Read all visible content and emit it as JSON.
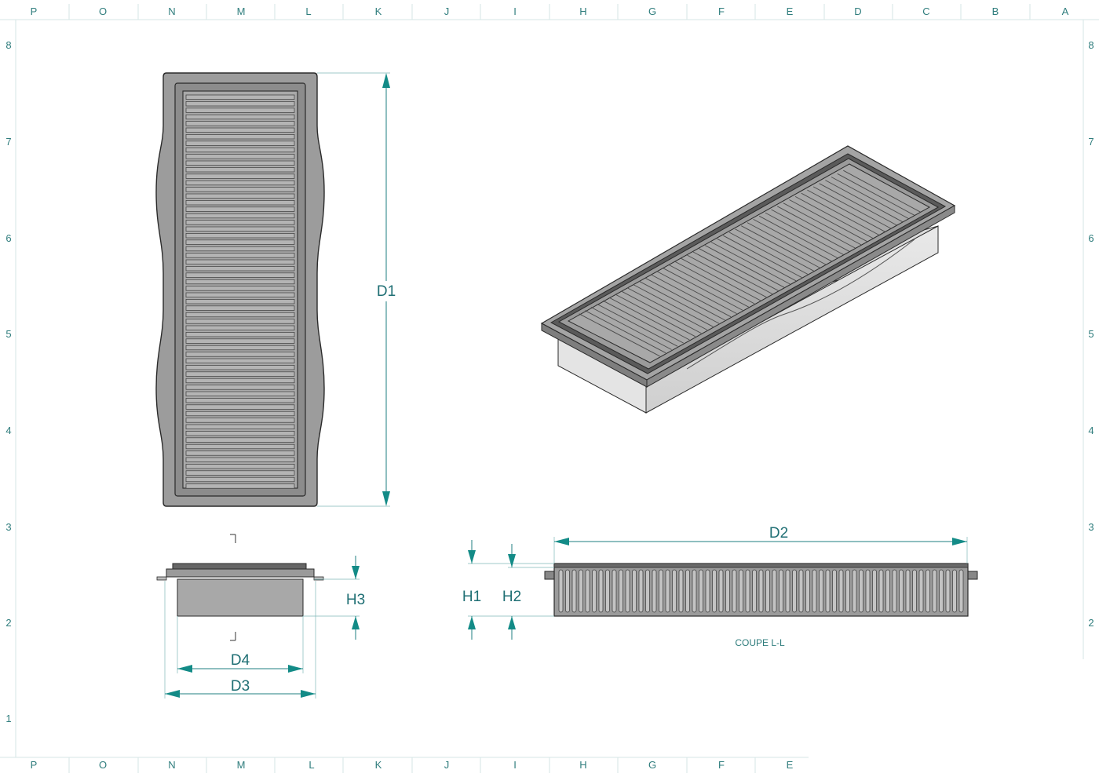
{
  "drawing": {
    "columns_top": [
      "P",
      "O",
      "N",
      "M",
      "L",
      "K",
      "J",
      "I",
      "H",
      "G",
      "F",
      "E",
      "D",
      "C",
      "B",
      "A"
    ],
    "columns_bottom": [
      "P",
      "O",
      "N",
      "M",
      "L",
      "K",
      "J",
      "I",
      "H",
      "G",
      "F",
      "E"
    ],
    "rows": [
      "8",
      "7",
      "6",
      "5",
      "4",
      "3",
      "2",
      "1"
    ],
    "dimensions": {
      "d1": "D1",
      "d2": "D2",
      "d3": "D3",
      "d4": "D4",
      "h1": "H1",
      "h2": "H2",
      "h3": "H3"
    },
    "section_caption": "COUPE L-L",
    "colors": {
      "frame_text": "#2f7d7d",
      "dimension": "#138b87",
      "part_fill": "#9a9a9a",
      "part_dark": "#5c5c5c",
      "outline": "#2a2a2a"
    }
  }
}
